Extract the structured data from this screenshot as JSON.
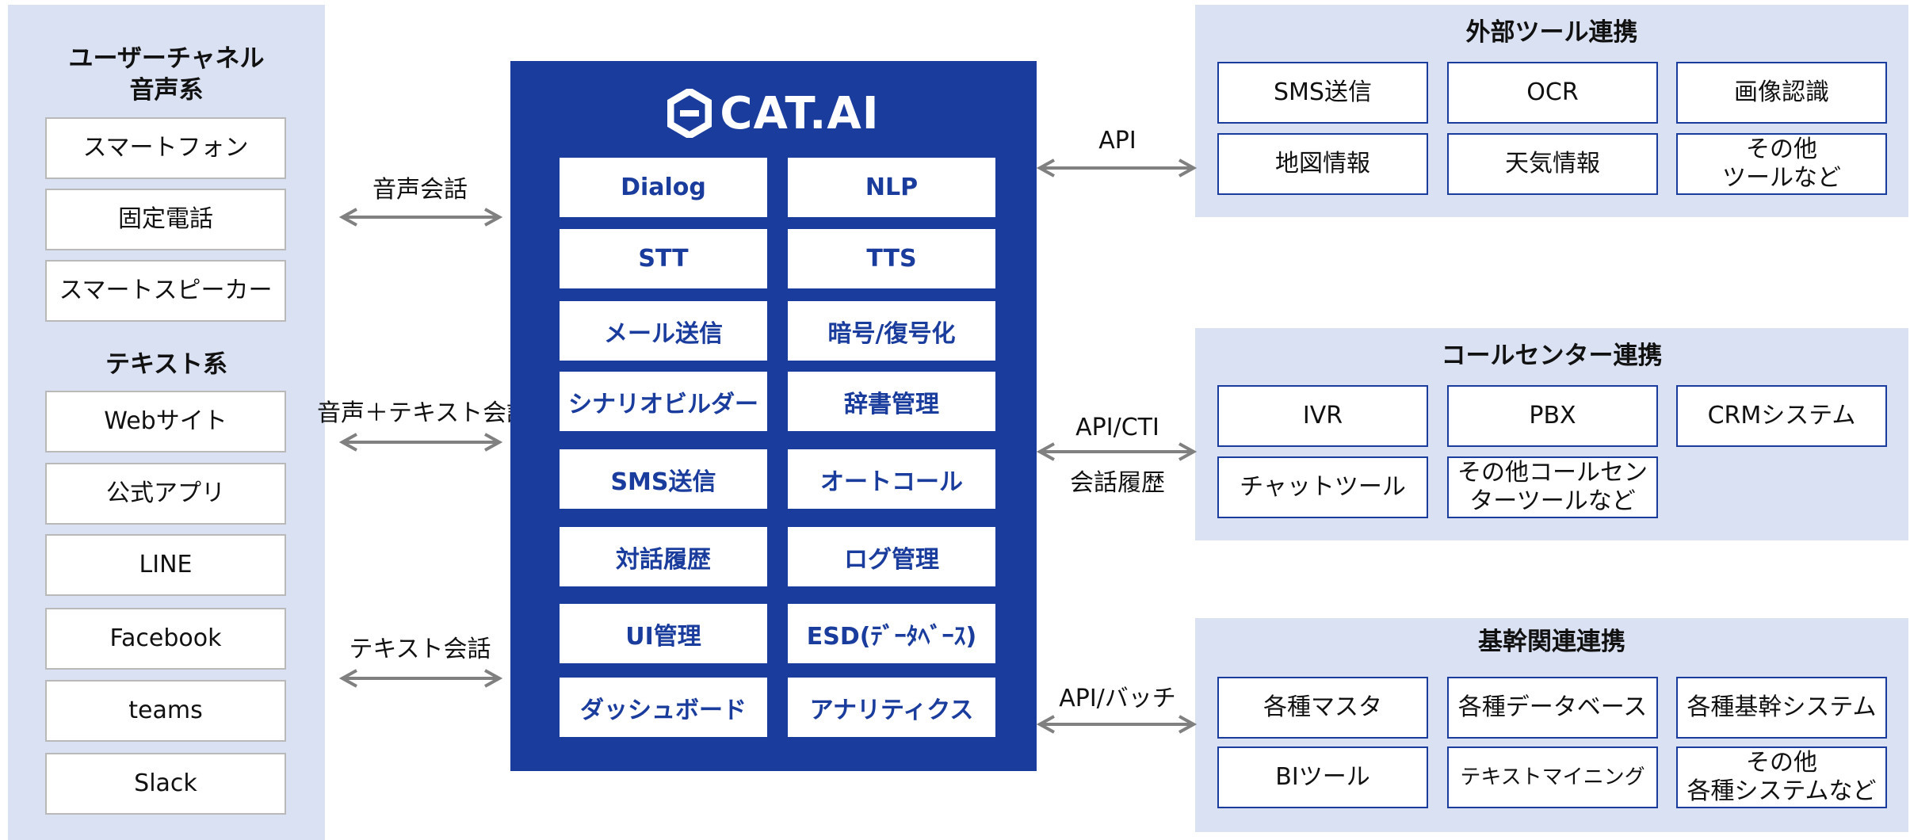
{
  "channels": {
    "voice_title": "ユーザーチャネル\n音声系",
    "voice_items": [
      "スマートフォン",
      "固定電話",
      "スマートスピーカー"
    ],
    "text_title": "テキスト系",
    "text_items": [
      "Webサイト",
      "公式アプリ",
      "LINE",
      "Facebook",
      "teams",
      "Slack"
    ]
  },
  "connections_left": {
    "voice": "音声会話",
    "mixed": "音声＋テキスト会話",
    "text": "テキスト会話"
  },
  "core": {
    "logo": "CAT.AI",
    "modules": [
      [
        "Dialog",
        "NLP"
      ],
      [
        "STT",
        "TTS"
      ],
      [
        "メール送信",
        "暗号/復号化"
      ],
      [
        "シナリオビルダー",
        "辞書管理"
      ],
      [
        "SMS送信",
        "オートコール"
      ],
      [
        "対話履歴",
        "ログ管理"
      ],
      [
        "UI管理",
        "ESD(ﾃﾞｰﾀﾍﾞｰｽ)"
      ],
      [
        "ダッシュボード",
        "アナリティクス"
      ]
    ]
  },
  "connections_right": {
    "external": "API",
    "callcenter_1": "API/CTI",
    "callcenter_2": "会話履歴",
    "core_systems": "API/バッチ"
  },
  "external_tools": {
    "title": "外部ツール連携",
    "items": [
      "SMS送信",
      "OCR",
      "画像認識",
      "地図情報",
      "天気情報",
      "その他\nツールなど"
    ]
  },
  "call_center": {
    "title": "コールセンター連携",
    "items": [
      "IVR",
      "PBX",
      "CRMシステム",
      "チャットツール",
      "その他コールセン\nターツールなど"
    ]
  },
  "core_integration": {
    "title": "基幹関連連携",
    "items": [
      "各種マスタ",
      "各種データベース",
      "各種基幹システム",
      "BIツール",
      "テキストマイニング",
      "その他\n各種システムなど"
    ]
  },
  "colors": {
    "core_blue": "#1a3c9c",
    "panel_bg": "#d9e1f2",
    "arrow_gray": "#808080"
  }
}
